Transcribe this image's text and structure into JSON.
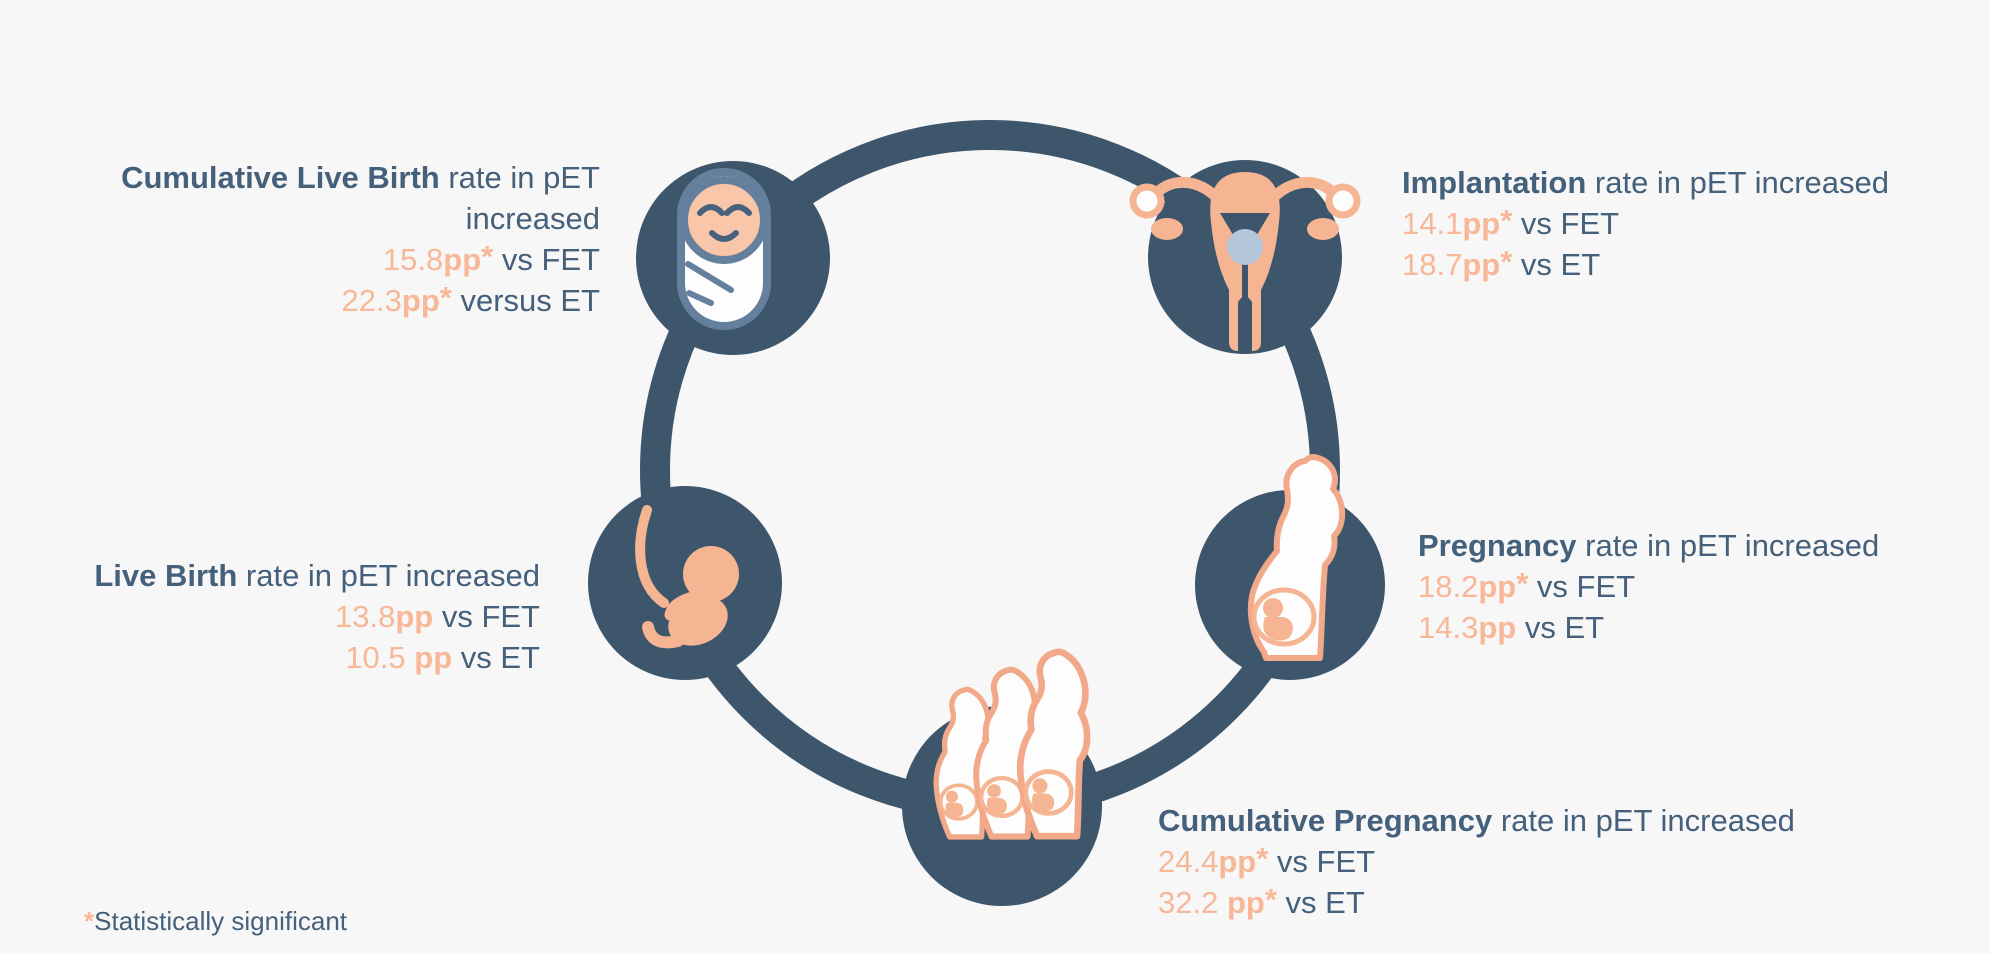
{
  "background": "#f7f7f8",
  "colors": {
    "navy": "#3d566c",
    "peach": "#f8b796",
    "peach_outline": "#f2a98a",
    "face_peach": "#f9c6a9",
    "steel_blue": "#64809c",
    "embryo_blue": "#b4c7da",
    "text": "#44607a",
    "white": "#fdfdfd"
  },
  "diagram": {
    "description": "Circular cycle diagram with five dark circular nodes containing fertility icons",
    "icons": [
      "swaddled-baby-icon",
      "uterus-embryo-transfer-icon",
      "pregnant-woman-icon",
      "three-pregnant-women-icon",
      "fetus-icon"
    ]
  },
  "stats": [
    {
      "id": "cumulative-live-birth",
      "icon": "swaddled-baby-icon",
      "title": "Cumulative Live Birth",
      "subtitle": " rate in pET",
      "subtitle2": "increased",
      "values": [
        {
          "num": "15.8",
          "pp": "pp",
          "star": "*",
          "vs": " vs FET"
        },
        {
          "num": "22.3",
          "pp": "pp",
          "star": "*",
          "vs": " versus ET"
        }
      ]
    },
    {
      "id": "implantation",
      "icon": "uterus-embryo-transfer-icon",
      "title": "Implantation",
      "subtitle": " rate in pET increased",
      "values": [
        {
          "num": "14.1",
          "pp": "pp",
          "star": "*",
          "vs": " vs FET"
        },
        {
          "num": "18.7",
          "pp": "pp",
          "star": "*",
          "vs": " vs ET"
        }
      ]
    },
    {
      "id": "pregnancy",
      "icon": "pregnant-woman-icon",
      "title": "Pregnancy",
      "subtitle": " rate in pET increased",
      "values": [
        {
          "num": "18.2",
          "pp": "pp",
          "star": "*",
          "vs": " vs FET"
        },
        {
          "num": "14.3",
          "pp": "pp",
          "star": "",
          "vs": " vs ET"
        }
      ]
    },
    {
      "id": "cumulative-pregnancy",
      "icon": "three-pregnant-women-icon",
      "title": "Cumulative Pregnancy",
      "subtitle": " rate in pET increased",
      "values": [
        {
          "num": "24.4",
          "pp": "pp",
          "star": "*",
          "vs": " vs FET"
        },
        {
          "num": "32.2",
          "pp": " pp",
          "star": "*",
          "vs": " vs ET"
        }
      ]
    },
    {
      "id": "live-birth",
      "icon": "fetus-icon",
      "title": "Live Birth",
      "subtitle": " rate in pET increased",
      "values": [
        {
          "num": "13.8",
          "pp": "pp",
          "star": "",
          "vs": " vs FET"
        },
        {
          "num": "10.5",
          "pp": " pp",
          "star": "",
          "vs": " vs ET"
        }
      ]
    }
  ],
  "footnote": {
    "star": "*",
    "text": "Statistically significant"
  }
}
